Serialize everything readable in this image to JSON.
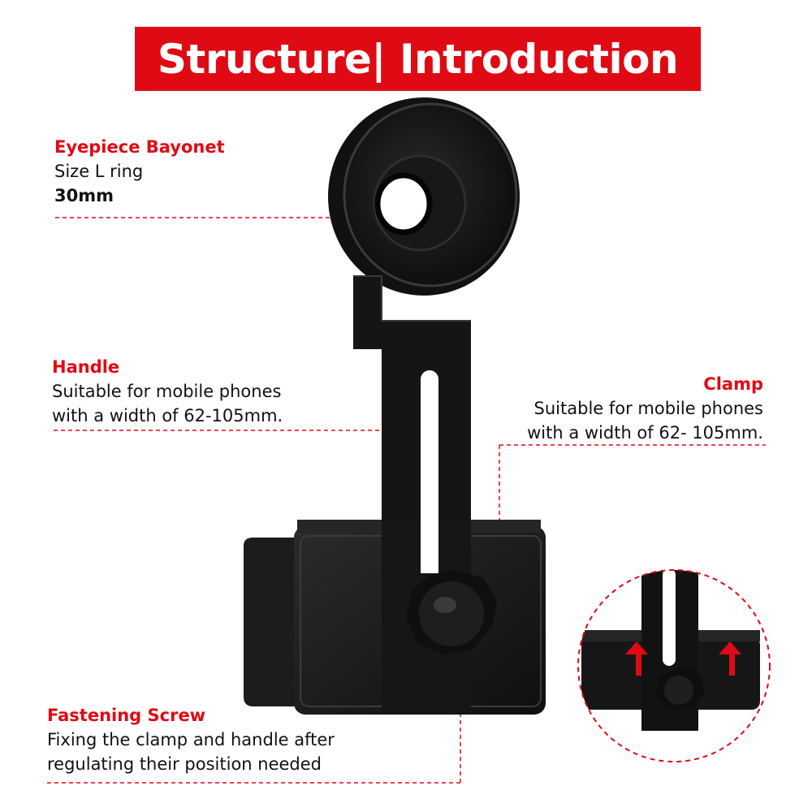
{
  "banner": {
    "title": "Structure| Introduction"
  },
  "labels": {
    "eyepiece": {
      "title": "Eyepiece Bayonet",
      "line1": "Size L ring",
      "line2": "30mm"
    },
    "handle": {
      "title": "Handle",
      "line1": "Suitable for mobile phones",
      "line2": "with a width of 62-105mm."
    },
    "clamp": {
      "title": "Clamp",
      "line1": "Suitable for mobile phones",
      "line2": "with a width of 62- 105mm."
    },
    "screw": {
      "title": "Fastening Screw",
      "line1": "Fixing the clamp and handle after",
      "line2": "regulating their position needed"
    }
  },
  "colors": {
    "accent": "#e00a14",
    "product": "#1a1a1a",
    "text": "#111111"
  }
}
